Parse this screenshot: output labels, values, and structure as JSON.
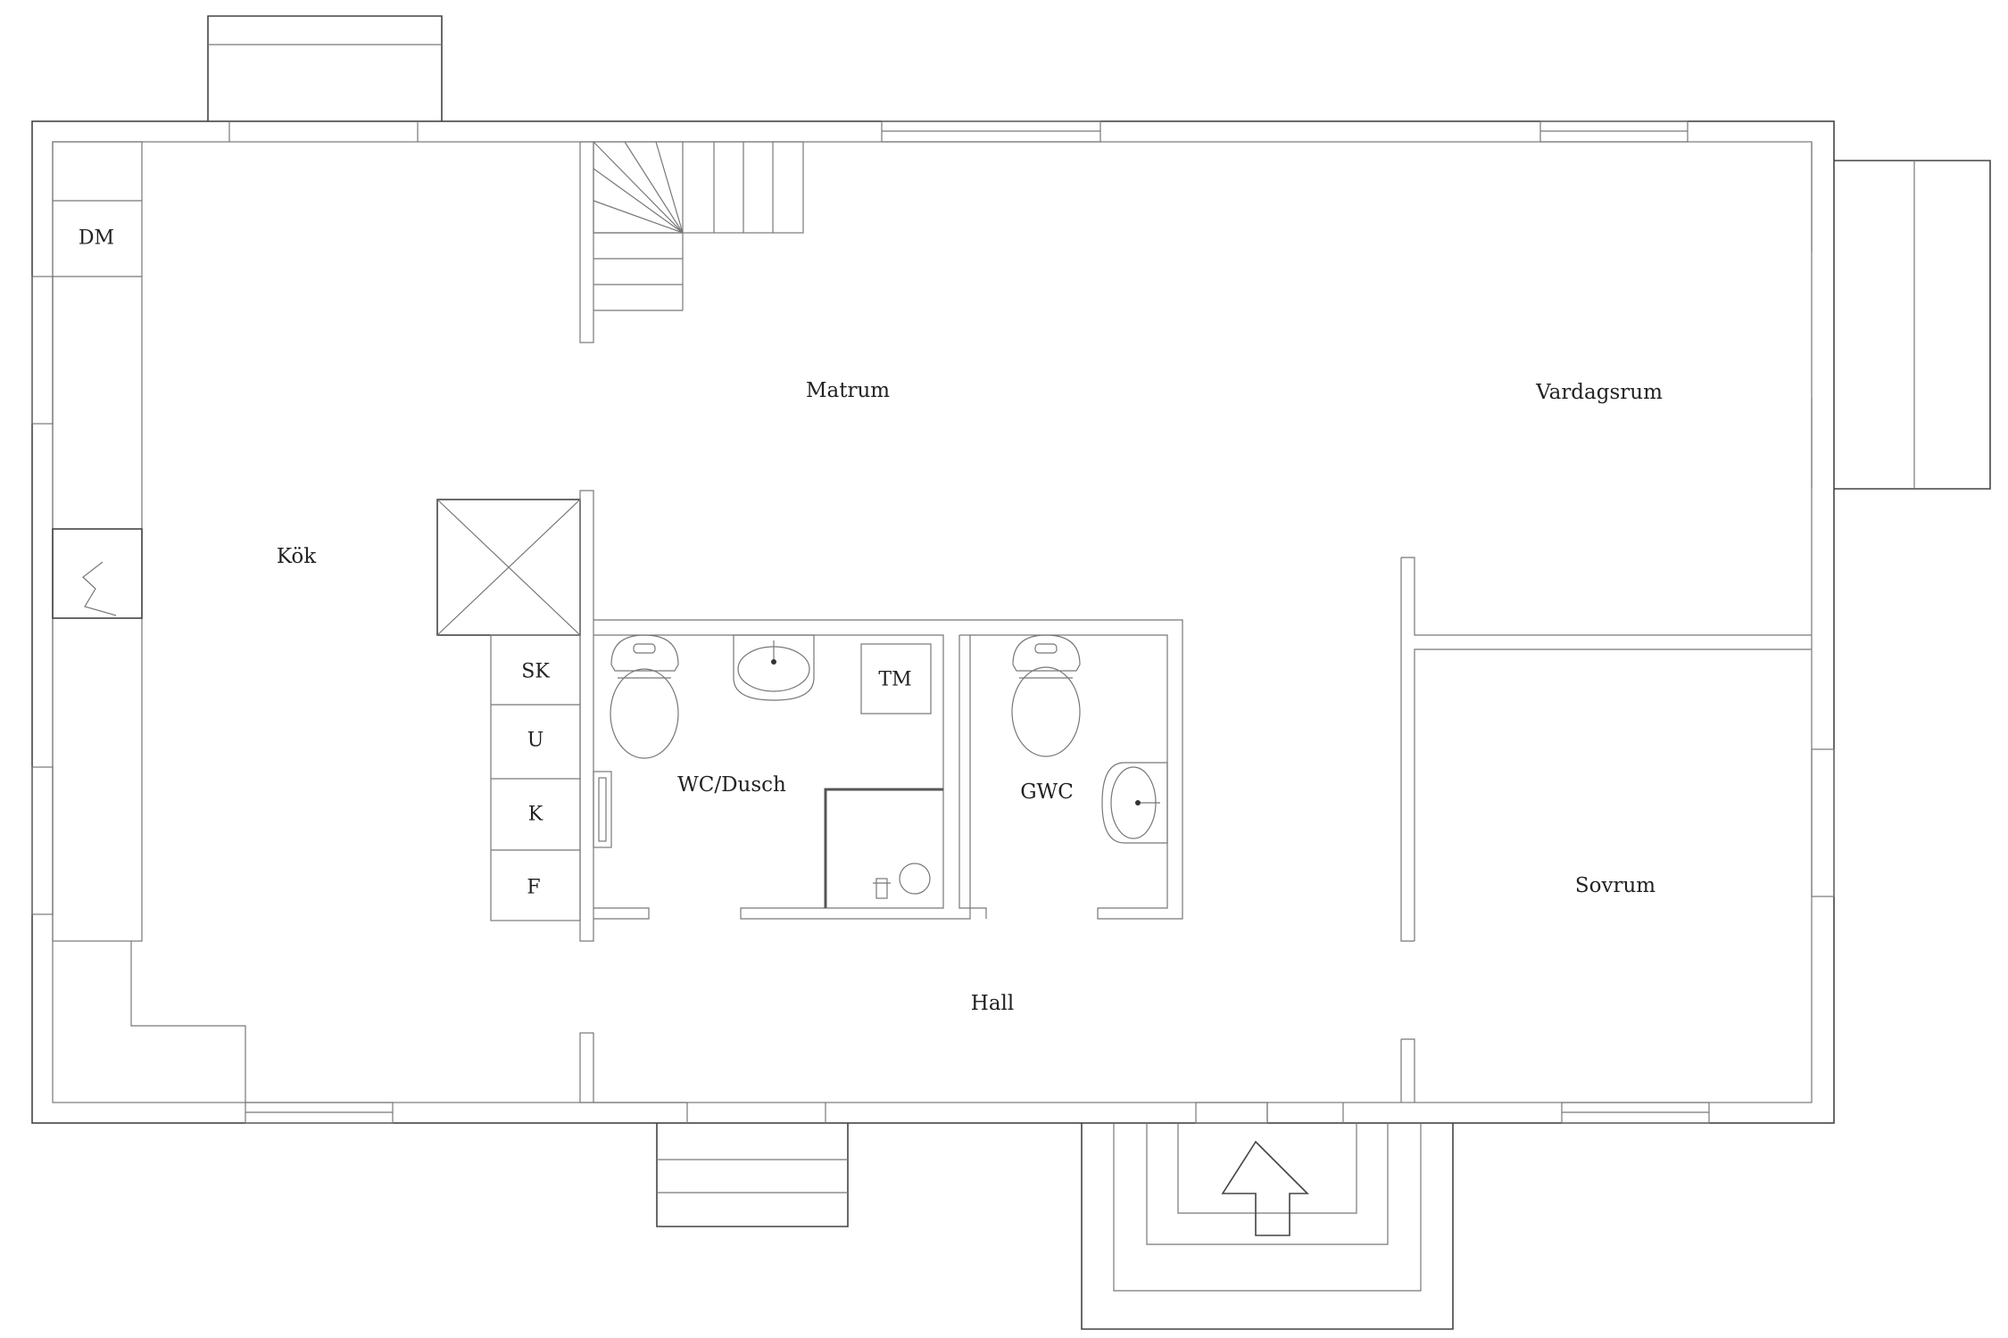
{
  "rooms": {
    "kok": "Kök",
    "matrum": "Matrum",
    "vardagsrum": "Vardagsrum",
    "sovrum": "Sovrum",
    "hall": "Hall",
    "wc_dusch": "WC/Dusch",
    "gwc": "GWC"
  },
  "appliances": {
    "dm": "DM",
    "sk": "SK",
    "u": "U",
    "k": "K",
    "f": "F",
    "tm": "TM"
  },
  "icons": {
    "stairs": "stairs-icon",
    "fireplace": "fireplace-icon",
    "chimney": "chimney-shaft-icon",
    "toilet": "toilet-icon",
    "sink": "sink-icon",
    "shower": "shower-icon",
    "entrance": "entrance-arrow-icon"
  },
  "colors": {
    "line": "#444444",
    "background": "#ffffff"
  }
}
